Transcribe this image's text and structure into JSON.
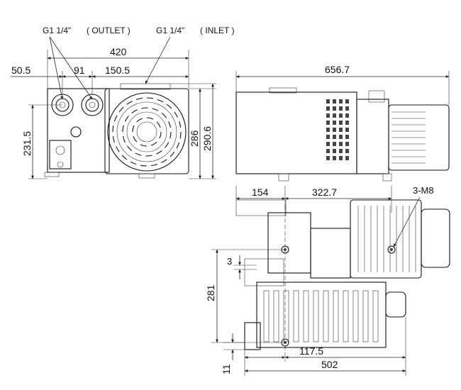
{
  "labels": {
    "outlet_port": "G1 1/4\"",
    "outlet_word": "( OUTLET )",
    "inlet_port": "G1 1/4\"",
    "inlet_word": "( INLET )",
    "mounting": "3-M8"
  },
  "dimensions": {
    "front_width": "420",
    "front_offset_left": "50.5",
    "front_port_spacing": "91",
    "front_offset_right": "150.5",
    "front_port_height": "231.5",
    "front_body_height": "286",
    "front_total_height": "290.6",
    "side_length": "656.7",
    "base_offset": "154",
    "base_span": "322.7",
    "shaft_offset": "3",
    "base_height": "281",
    "foot_height": "11",
    "hole_spacing": "117.5",
    "base_length": "502"
  }
}
